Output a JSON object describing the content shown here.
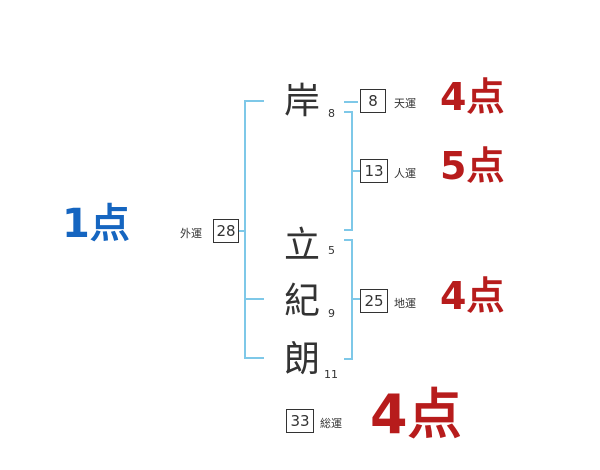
{
  "characters": [
    {
      "char": "岸",
      "strokes": "8"
    },
    {
      "char": "立",
      "strokes": "5"
    },
    {
      "char": "紀",
      "strokes": "9"
    },
    {
      "char": "朗",
      "strokes": "11"
    }
  ],
  "fortunes": {
    "outer": {
      "label": "外運",
      "value": "28",
      "score": "1点"
    },
    "heaven": {
      "label": "天運",
      "value": "8",
      "score": "4点"
    },
    "person": {
      "label": "人運",
      "value": "13",
      "score": "5点"
    },
    "earth": {
      "label": "地運",
      "value": "25",
      "score": "4点"
    },
    "total": {
      "label": "総運",
      "value": "33",
      "score": "4点"
    }
  },
  "colors": {
    "line": "#7ec8e8",
    "score_red": "#b71c1c",
    "score_blue": "#1565c0"
  }
}
